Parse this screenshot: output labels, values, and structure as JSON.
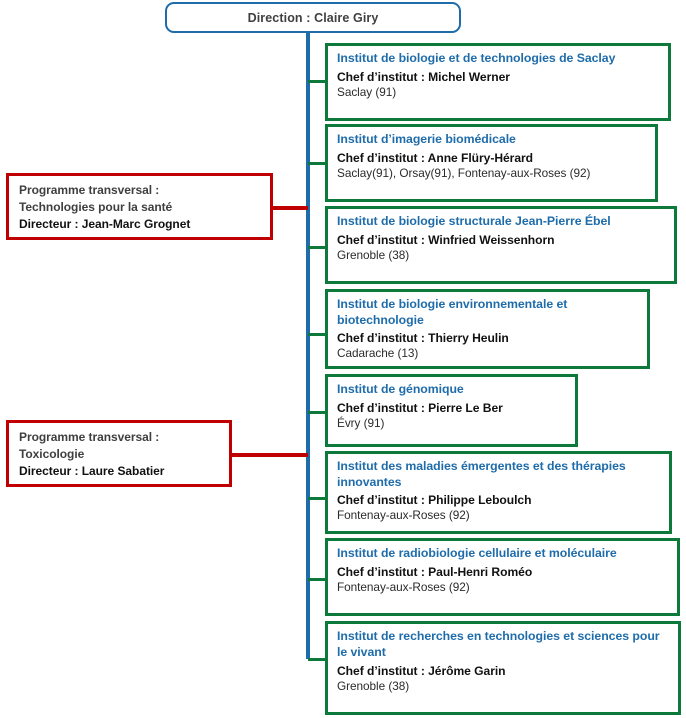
{
  "root": {
    "label": "Direction : Claire Giry"
  },
  "institutes": [
    {
      "title": "Institut de biologie et de technologies de Saclay",
      "chief": "Chef d’institut : Michel Werner",
      "sites": "Saclay (91)"
    },
    {
      "title": "Institut d’imagerie biomédicale",
      "chief": "Chef d’institut : Anne Flüry-Hérard",
      "sites": "Saclay(91), Orsay(91), Fontenay-aux-Roses (92)"
    },
    {
      "title": "Institut de biologie structurale Jean-Pierre Ébel",
      "chief": "Chef d’institut : Winfried Weissenhorn",
      "sites": "Grenoble  (38)"
    },
    {
      "title": "Institut de biologie environnementale et biotechnologie",
      "chief": "Chef d’institut : Thierry Heulin",
      "sites": "Cadarache (13)"
    },
    {
      "title": "Institut de génomique",
      "chief": "Chef d’institut : Pierre Le Ber",
      "sites": "Évry (91)"
    },
    {
      "title": "Institut des maladies émergentes et des thérapies innovantes",
      "chief": "Chef d’institut : Philippe Leboulch",
      "sites": "Fontenay-aux-Roses (92)"
    },
    {
      "title": "Institut de radiobiologie cellulaire et moléculaire",
      "chief": "Chef d’institut : Paul-Henri Roméo",
      "sites": "Fontenay-aux-Roses (92)"
    },
    {
      "title": "Institut de recherches en technologies et sciences pour le vivant",
      "chief": "Chef d’institut : Jérôme Garin",
      "sites": "Grenoble  (38)"
    }
  ],
  "programmes": [
    {
      "line1": "Programme transversal :",
      "line2": "Technologies pour la santé",
      "director": "Directeur : Jean-Marc Grognet"
    },
    {
      "line1": "Programme transversal :",
      "line2": "Toxicologie",
      "director": "Directeur : Laure Sabatier"
    }
  ],
  "colors": {
    "root_border": "#1f6cab",
    "spine": "#1f6cab",
    "institute_border": "#0d7a3c",
    "institute_title": "#1f6cab",
    "programme_border": "#c00000",
    "programme_link": "#c00000",
    "text_dark": "#111111"
  }
}
